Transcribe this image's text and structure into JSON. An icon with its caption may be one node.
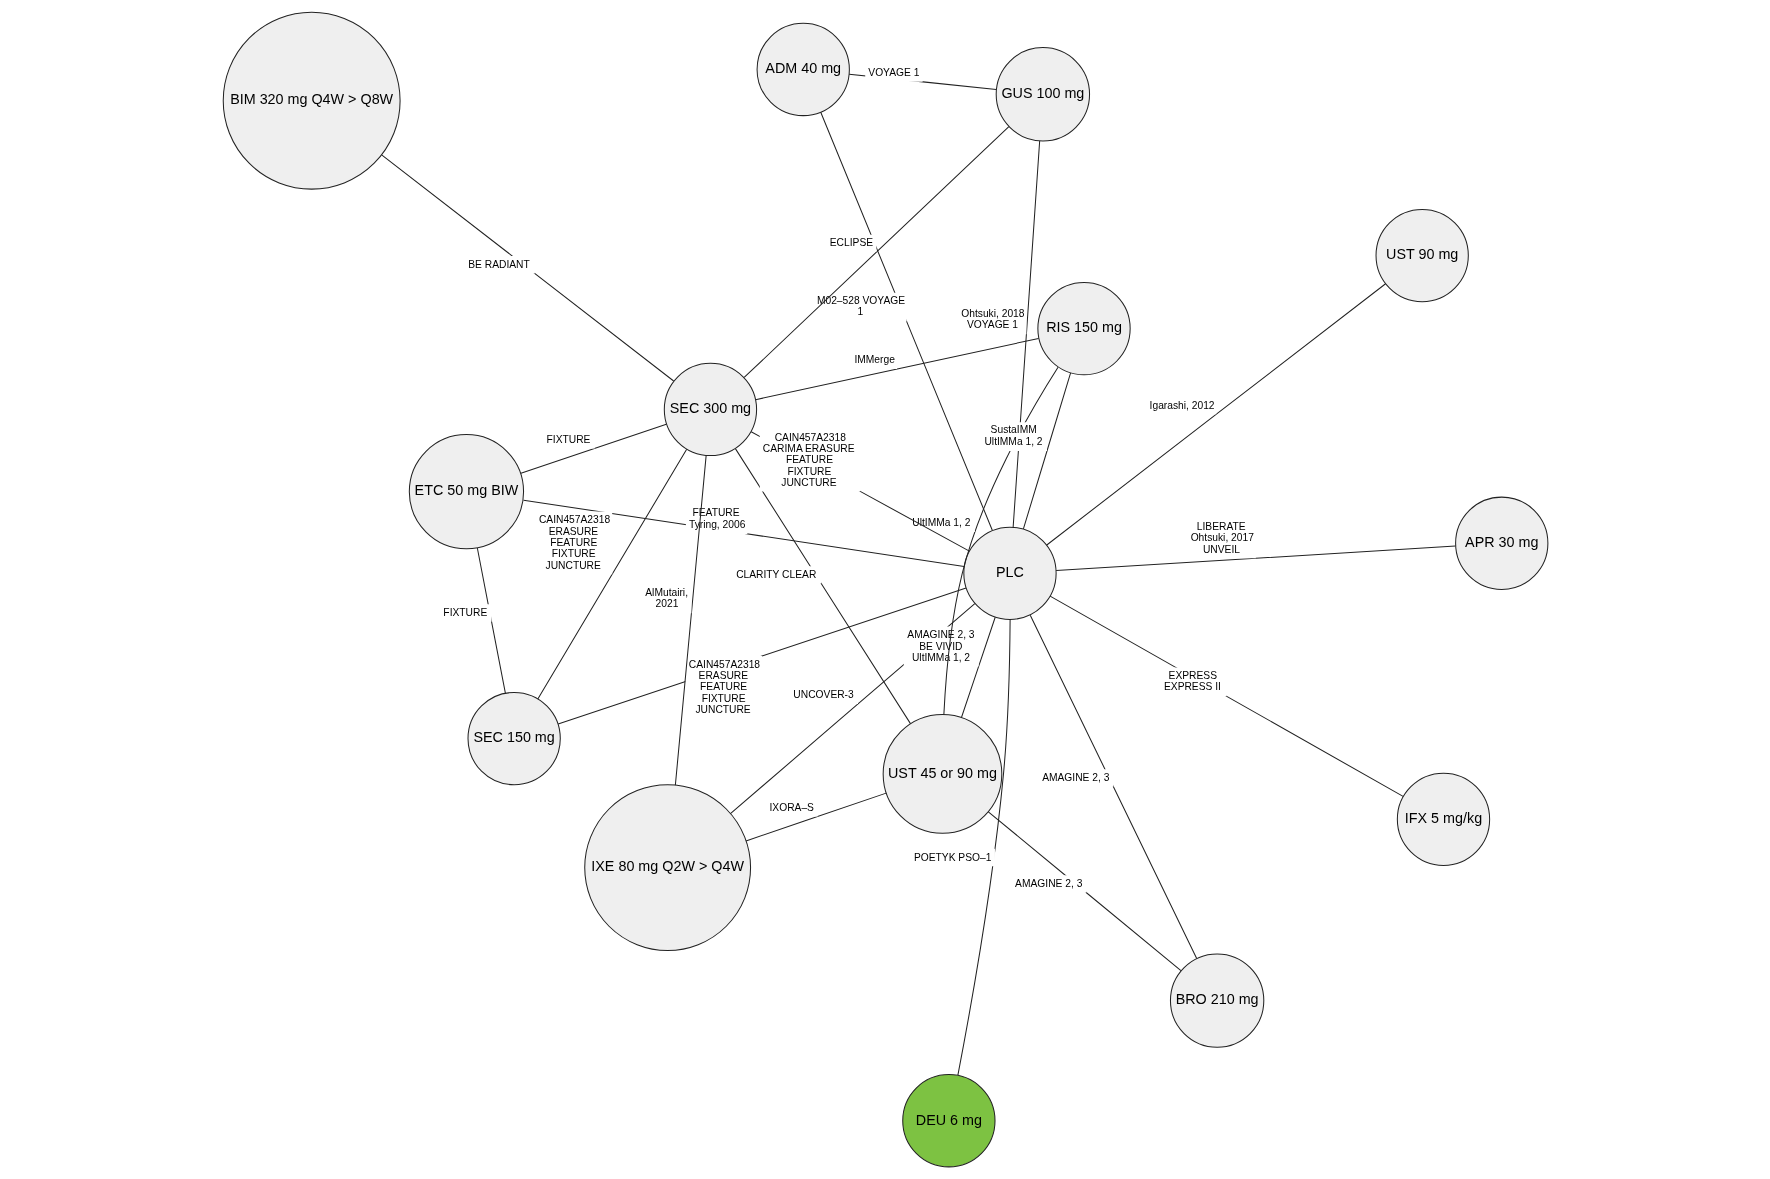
{
  "diagram": {
    "nodes": [
      {
        "text": [
          "PLC"
        ]
      },
      {
        "text": [
          "APR 30 mg"
        ]
      },
      {
        "text": [
          "DEU 6 mg"
        ]
      },
      {
        "text": [
          "ADM 40 mg"
        ]
      },
      {
        "text": [
          "UST 90 mg"
        ]
      },
      {
        "text": [
          "GUS 100 mg"
        ]
      },
      {
        "text": [
          "ETC 50 mg BIW"
        ]
      },
      {
        "text": [
          "IFX 5 mg/kg"
        ]
      },
      {
        "text": [
          "SEC 150 mg"
        ]
      },
      {
        "text": [
          "BRO 210 mg"
        ]
      },
      {
        "text": [
          "IXE 80 mg Q2W > Q4W"
        ]
      },
      {
        "text": [
          "UST 45 or 90 mg"
        ]
      },
      {
        "text": [
          "SEC 300 mg"
        ]
      },
      {
        "text": [
          "RIS 150 mg"
        ]
      },
      {
        "text": [
          "BIM 320 mg Q4W > Q8W"
        ]
      }
    ],
    "edges": [
      {
        "from": 3,
        "to": 5,
        "arrow": "none",
        "label": "VOYAGE 1"
      },
      {
        "from": 3,
        "to": 0,
        "arrow": "none",
        "label": "M02–528 VOYAGE 1"
      },
      {
        "from": 1,
        "to": 0,
        "arrow": "none",
        "label": "LIBERATE Ohtsuki, 2017 UNVEIL"
      },
      {
        "from": 2,
        "to": 0,
        "arrow": "none",
        "label": "POETYK PSO–1"
      },
      {
        "from": 4,
        "to": 0,
        "arrow": "none",
        "label": "Igarashi, 2012"
      },
      {
        "from": 5,
        "to": 0,
        "arrow": "none",
        "label": "Ohtsuki, 2018 VOYAGE 1"
      },
      {
        "from": 5,
        "to": 12,
        "arrow": "none",
        "label": "ECLIPSE"
      },
      {
        "from": 7,
        "to": 0,
        "arrow": "none",
        "label": "EXPRESS EXPRESS II"
      },
      {
        "from": 6,
        "to": 0,
        "arrow": "none",
        "label": "FEATURE Tyring, 2006"
      },
      {
        "from": 8,
        "to": 0,
        "arrow": "none",
        "label": "CAIN457A2318 ERASURE FEATURE FIXTURE JUNCTURE"
      },
      {
        "from": 6,
        "to": 8,
        "arrow": "none",
        "label": "FIXTURE"
      },
      {
        "from": 6,
        "to": 12,
        "arrow": "none",
        "label": "FIXTURE"
      },
      {
        "from": 9,
        "to": 0,
        "arrow": "none",
        "label": "AMAGINE 2, 3"
      },
      {
        "from": 11,
        "to": 0,
        "arrow": "none",
        "label": "AMAGINE 2, 3 BE VIVID UltIMMa 1, 2"
      },
      {
        "from": 10,
        "to": 0,
        "arrow": "none",
        "label": "UNCOVER-3"
      },
      {
        "from": 13,
        "to": 0,
        "arrow": "none",
        "label": "SustaIMM UltIMMa 1, 2"
      },
      {
        "from": 12,
        "to": 0,
        "arrow": "none",
        "label": "CAIN457A2318 CARIMA ERASURE FEATURE FIXTURE JUNCTURE"
      },
      {
        "from": 8,
        "to": 12,
        "arrow": "none",
        "label": "CAIN457A2318 ERASURE FEATURE FIXTURE JUNCTURE"
      },
      {
        "from": 9,
        "to": 11,
        "arrow": "none",
        "label": "AMAGINE 2, 3"
      },
      {
        "from": 11,
        "to": 10,
        "arrow": "none",
        "label": "IXORA–S"
      },
      {
        "from": 10,
        "to": 12,
        "arrow": "none",
        "label": "AlMutairi, 2021"
      },
      {
        "from": 11,
        "to": 12,
        "arrow": "none",
        "label": "CLARITY CLEAR"
      },
      {
        "from": 11,
        "to": 13,
        "arrow": "none",
        "label": "UltIMMa 1, 2"
      },
      {
        "from": 13,
        "to": 12,
        "arrow": "none",
        "label": "IMMerge"
      },
      {
        "from": 12,
        "to": 14,
        "arrow": "none",
        "label": "BE RADIANT"
      }
    ]
  }
}
